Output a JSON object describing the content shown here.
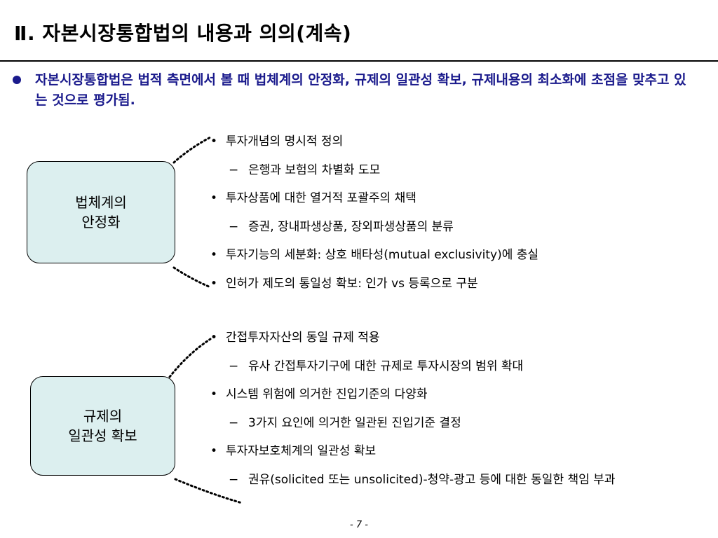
{
  "slide": {
    "title": "Ⅱ. 자본시장통합법의 내용과 의의(계속)",
    "summary": "자본시장통합법은 법적 측면에서 볼 때 법체계의 안정화, 규제의 일관성 확보, 규제내용의 최소화에 초점을 맞추고 있는 것으로 평가됨.",
    "page_number": "- 7 -"
  },
  "groups": [
    {
      "box_line1": "법체계의",
      "box_line2": "안정화",
      "items": [
        {
          "kind": "bullet",
          "marker": "•",
          "text": "투자개념의 명시적 정의"
        },
        {
          "kind": "sub",
          "marker": "−",
          "text": "은행과 보험의 차별화 도모"
        },
        {
          "kind": "bullet",
          "marker": "•",
          "text": "투자상품에 대한 열거적 포괄주의 채택"
        },
        {
          "kind": "sub",
          "marker": "−",
          "text": "증권, 장내파생상품, 장외파생상품의 분류"
        },
        {
          "kind": "bullet",
          "marker": "•",
          "text": "투자기능의 세분화: 상호 배타성(mutual exclusivity)에 충실"
        },
        {
          "kind": "bullet",
          "marker": "•",
          "text": "인허가 제도의 통일성 확보: 인가 vs 등록으로 구분"
        }
      ]
    },
    {
      "box_line1": "규제의",
      "box_line2": "일관성 확보",
      "items": [
        {
          "kind": "bullet",
          "marker": "•",
          "text": "간접투자자산의 동일 규제 적용"
        },
        {
          "kind": "sub",
          "marker": "−",
          "text": "유사 간접투자기구에 대한 규제로 투자시장의 범위 확대"
        },
        {
          "kind": "bullet",
          "marker": "•",
          "text": "시스템 위험에 의거한 진입기준의 다양화"
        },
        {
          "kind": "sub",
          "marker": "−",
          "text": "3가지 요인에 의거한 일관된 진입기준 결정"
        },
        {
          "kind": "bullet",
          "marker": "•",
          "text": "투자자보호체계의 일관성 확보"
        },
        {
          "kind": "sub",
          "marker": "−",
          "text": "권유(solicited 또는 unsolicited)-청약-광고 등에 대한 동일한 책임 부과"
        }
      ]
    }
  ],
  "colors": {
    "summary_text": "#1a1a8c",
    "box_fill": "#dcefef"
  }
}
